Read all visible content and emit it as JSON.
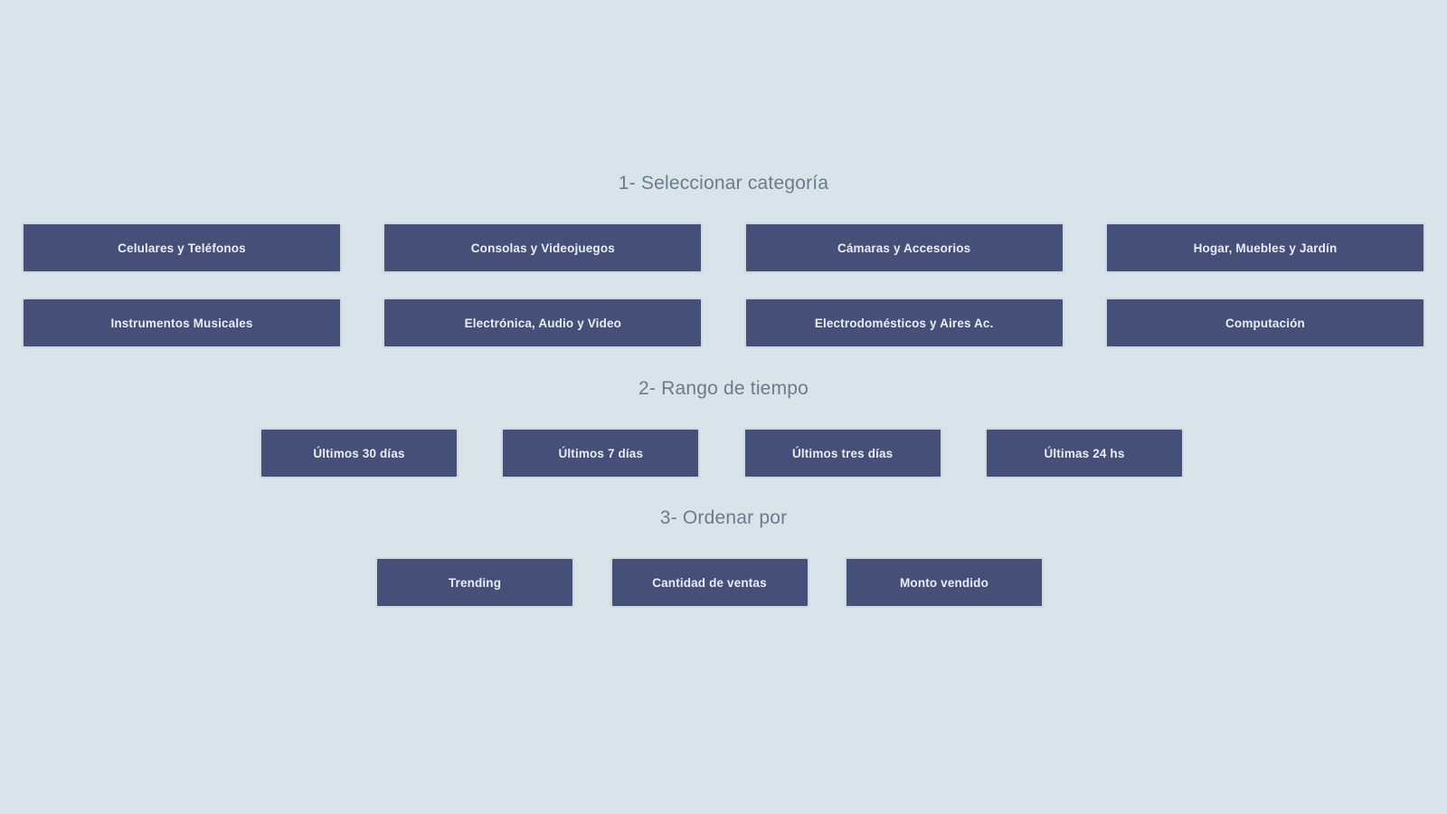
{
  "theme": {
    "background": "#d9e3ea",
    "button_fill": "#454f78",
    "button_border": "#ccd8e1",
    "button_text": "#e8ecf3",
    "heading_text": "#6c7b8b"
  },
  "sections": {
    "category": {
      "heading": "1- Seleccionar categoría",
      "buttons": [
        {
          "label": "Celulares y Teléfonos"
        },
        {
          "label": "Consolas y Videojuegos"
        },
        {
          "label": "Cámaras y Accesorios"
        },
        {
          "label": "Hogar, Muebles y Jardín"
        },
        {
          "label": "Instrumentos Musicales"
        },
        {
          "label": "Electrónica, Audio y Video"
        },
        {
          "label": "Electrodomésticos y Aires Ac."
        },
        {
          "label": "Computación"
        }
      ]
    },
    "time_range": {
      "heading": "2- Rango de tiempo",
      "buttons": [
        {
          "label": "Últimos 30 días"
        },
        {
          "label": "Últimos 7 días"
        },
        {
          "label": "Últimos tres días"
        },
        {
          "label": "Últimas 24 hs"
        }
      ]
    },
    "sort_by": {
      "heading": "3- Ordenar por",
      "buttons": [
        {
          "label": "Trending"
        },
        {
          "label": "Cantidad de ventas"
        },
        {
          "label": "Monto vendido"
        }
      ]
    }
  }
}
